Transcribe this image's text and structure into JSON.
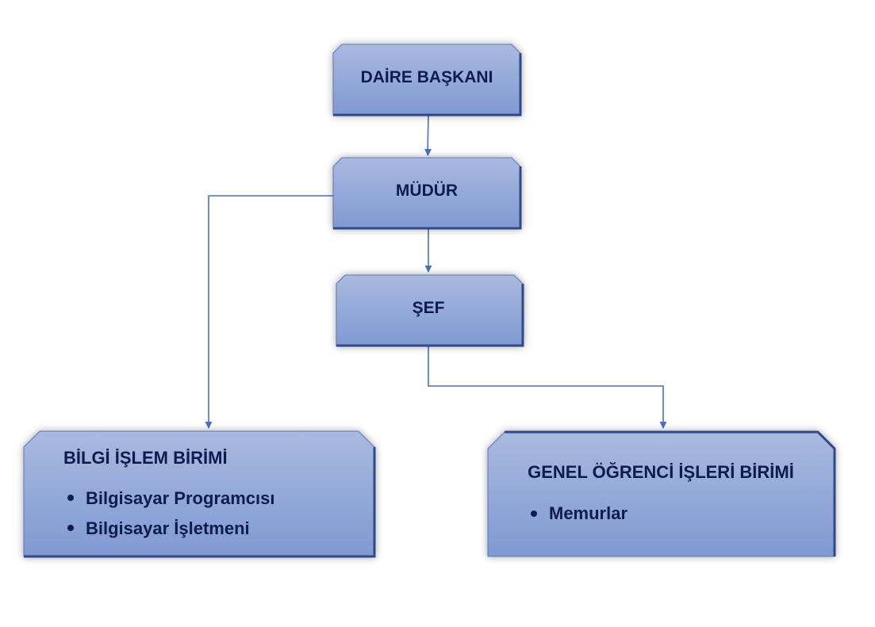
{
  "nodes": {
    "daire_baskani": {
      "label": "DAİRE BAŞKANI"
    },
    "mudur": {
      "label": "MÜDÜR"
    },
    "sef": {
      "label": "ŞEF"
    },
    "bilgi_islem": {
      "title": "BİLGİ İŞLEM BİRİMİ",
      "items": [
        "Bilgisayar Programcısı",
        "Bilgisayar İşletmeni"
      ]
    },
    "genel_ogrenci": {
      "title": "GENEL ÖĞRENCİ İŞLERİ BİRİMİ",
      "items": [
        "Memurlar"
      ]
    }
  },
  "colors": {
    "box_top": "#a7b8e2",
    "box_bottom": "#7f99d6",
    "box_border": "#35508f",
    "connector": "#4472c4",
    "text": "#0f1f4e"
  }
}
